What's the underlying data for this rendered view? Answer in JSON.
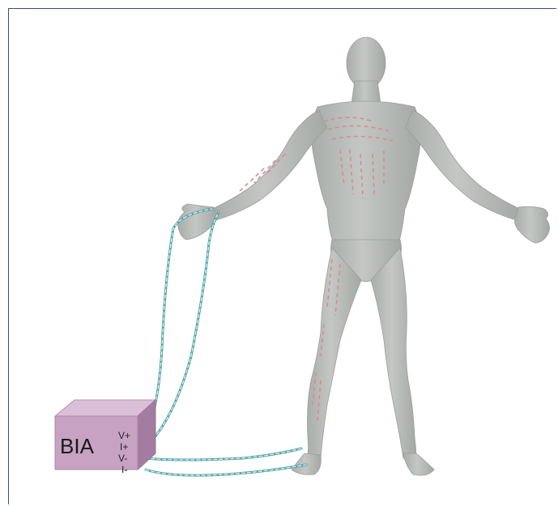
{
  "device": {
    "label": "BIA",
    "terminals": [
      "V+",
      "I+",
      "V-",
      "I-"
    ]
  },
  "colors": {
    "frame": "#2f4f8f",
    "body_fill": "#b9bcb9",
    "body_shade": "#a2a6a2",
    "box_front": "#c7a2c3",
    "box_top": "#dbbfd8",
    "box_side": "#a47ca0",
    "wire": "#4fa3a8",
    "wire_dash": "#e9f4f4",
    "muscle_dash": "#d88894"
  },
  "icons": [
    "human-body-figure",
    "bia-device-box",
    "electrode-wire"
  ]
}
